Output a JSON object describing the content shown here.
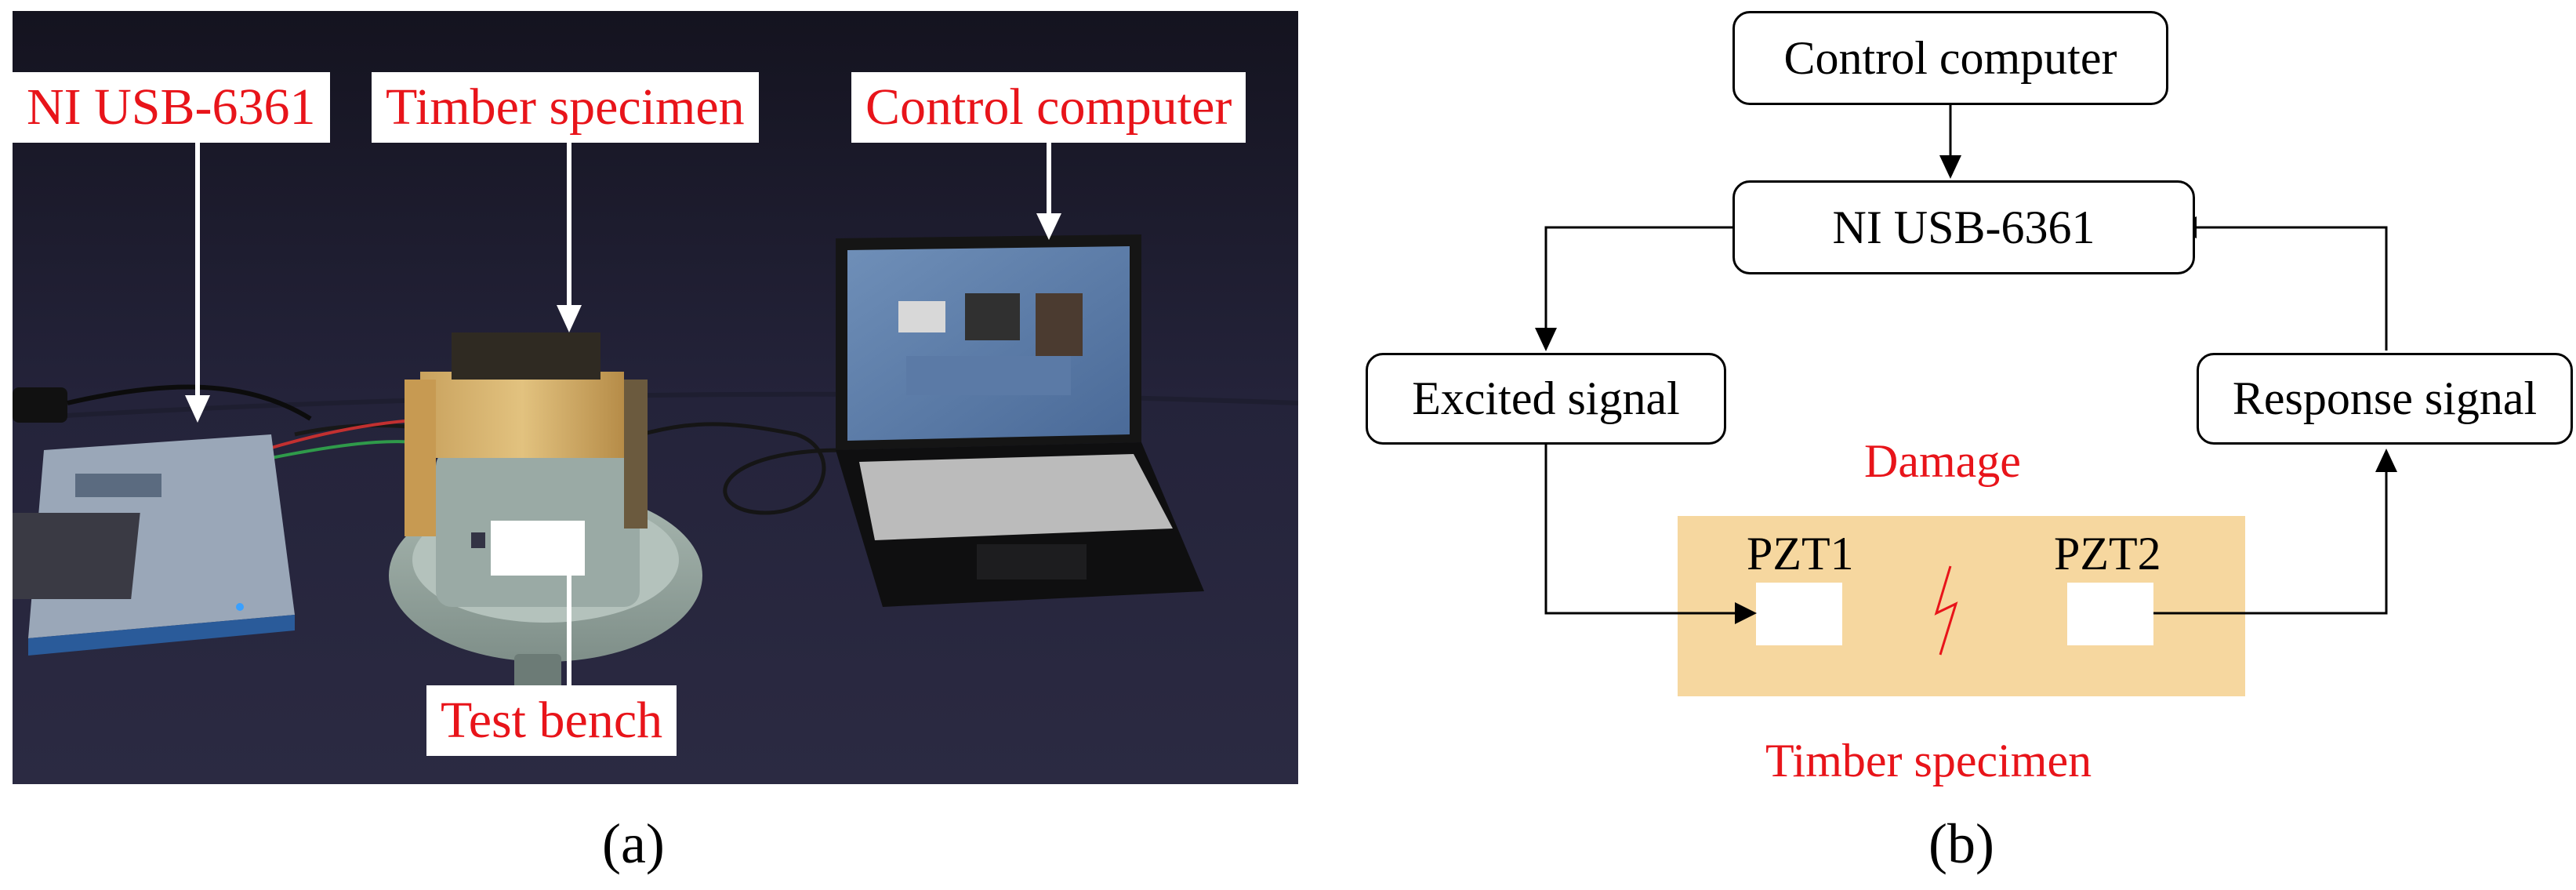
{
  "figure": {
    "panel_a": {
      "label": "(a)",
      "callouts": {
        "ni_usb": "NI USB-6361",
        "timber": "Timber specimen",
        "computer": "Control computer",
        "bench": "Test bench"
      }
    },
    "panel_b": {
      "label": "(b)",
      "nodes": {
        "control_computer": "Control computer",
        "ni_usb": "NI USB-6361",
        "excited_signal": "Excited signal",
        "response_signal": "Response signal"
      },
      "damage_label": "Damage",
      "pzt1_label": "PZT1",
      "pzt2_label": "PZT2",
      "specimen_label": "Timber specimen"
    }
  },
  "colors": {
    "callout_text": "#e8141a",
    "specimen_fill": "#f6d79f",
    "line": "#000000",
    "photo_background": "#232236"
  }
}
